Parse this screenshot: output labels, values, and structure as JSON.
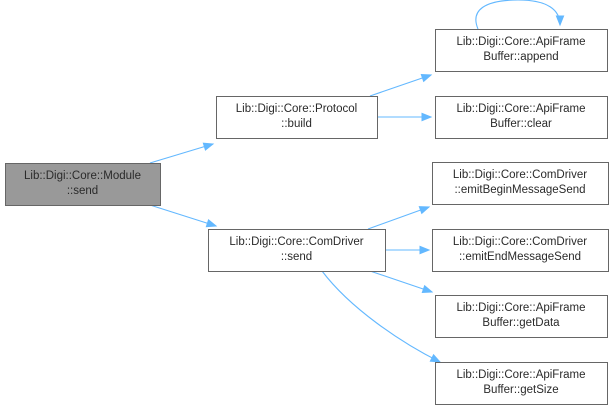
{
  "graph": {
    "nodes": [
      {
        "id": "module_send",
        "lines": [
          "Lib::Digi::Core::Module",
          "::send"
        ],
        "root": true
      },
      {
        "id": "protocol_build",
        "lines": [
          "Lib::Digi::Core::Protocol",
          "::build"
        ]
      },
      {
        "id": "comdriver_send",
        "lines": [
          "Lib::Digi::Core::ComDriver",
          "::send"
        ]
      },
      {
        "id": "apiframe_append",
        "lines": [
          "Lib::Digi::Core::ApiFrame",
          "Buffer::append"
        ]
      },
      {
        "id": "apiframe_clear",
        "lines": [
          "Lib::Digi::Core::ApiFrame",
          "Buffer::clear"
        ]
      },
      {
        "id": "comdriver_emitbegin",
        "lines": [
          "Lib::Digi::Core::ComDriver",
          "::emitBeginMessageSend"
        ]
      },
      {
        "id": "comdriver_emitend",
        "lines": [
          "Lib::Digi::Core::ComDriver",
          "::emitEndMessageSend"
        ]
      },
      {
        "id": "apiframe_getdata",
        "lines": [
          "Lib::Digi::Core::ApiFrame",
          "Buffer::getData"
        ]
      },
      {
        "id": "apiframe_getsize",
        "lines": [
          "Lib::Digi::Core::ApiFrame",
          "Buffer::getSize"
        ]
      }
    ],
    "edges": [
      {
        "from": "module_send",
        "to": "protocol_build"
      },
      {
        "from": "module_send",
        "to": "comdriver_send"
      },
      {
        "from": "protocol_build",
        "to": "apiframe_append"
      },
      {
        "from": "protocol_build",
        "to": "apiframe_clear"
      },
      {
        "from": "apiframe_append",
        "to": "apiframe_append"
      },
      {
        "from": "comdriver_send",
        "to": "comdriver_emitbegin"
      },
      {
        "from": "comdriver_send",
        "to": "comdriver_emitend"
      },
      {
        "from": "comdriver_send",
        "to": "apiframe_getdata"
      },
      {
        "from": "comdriver_send",
        "to": "apiframe_getsize"
      }
    ]
  }
}
